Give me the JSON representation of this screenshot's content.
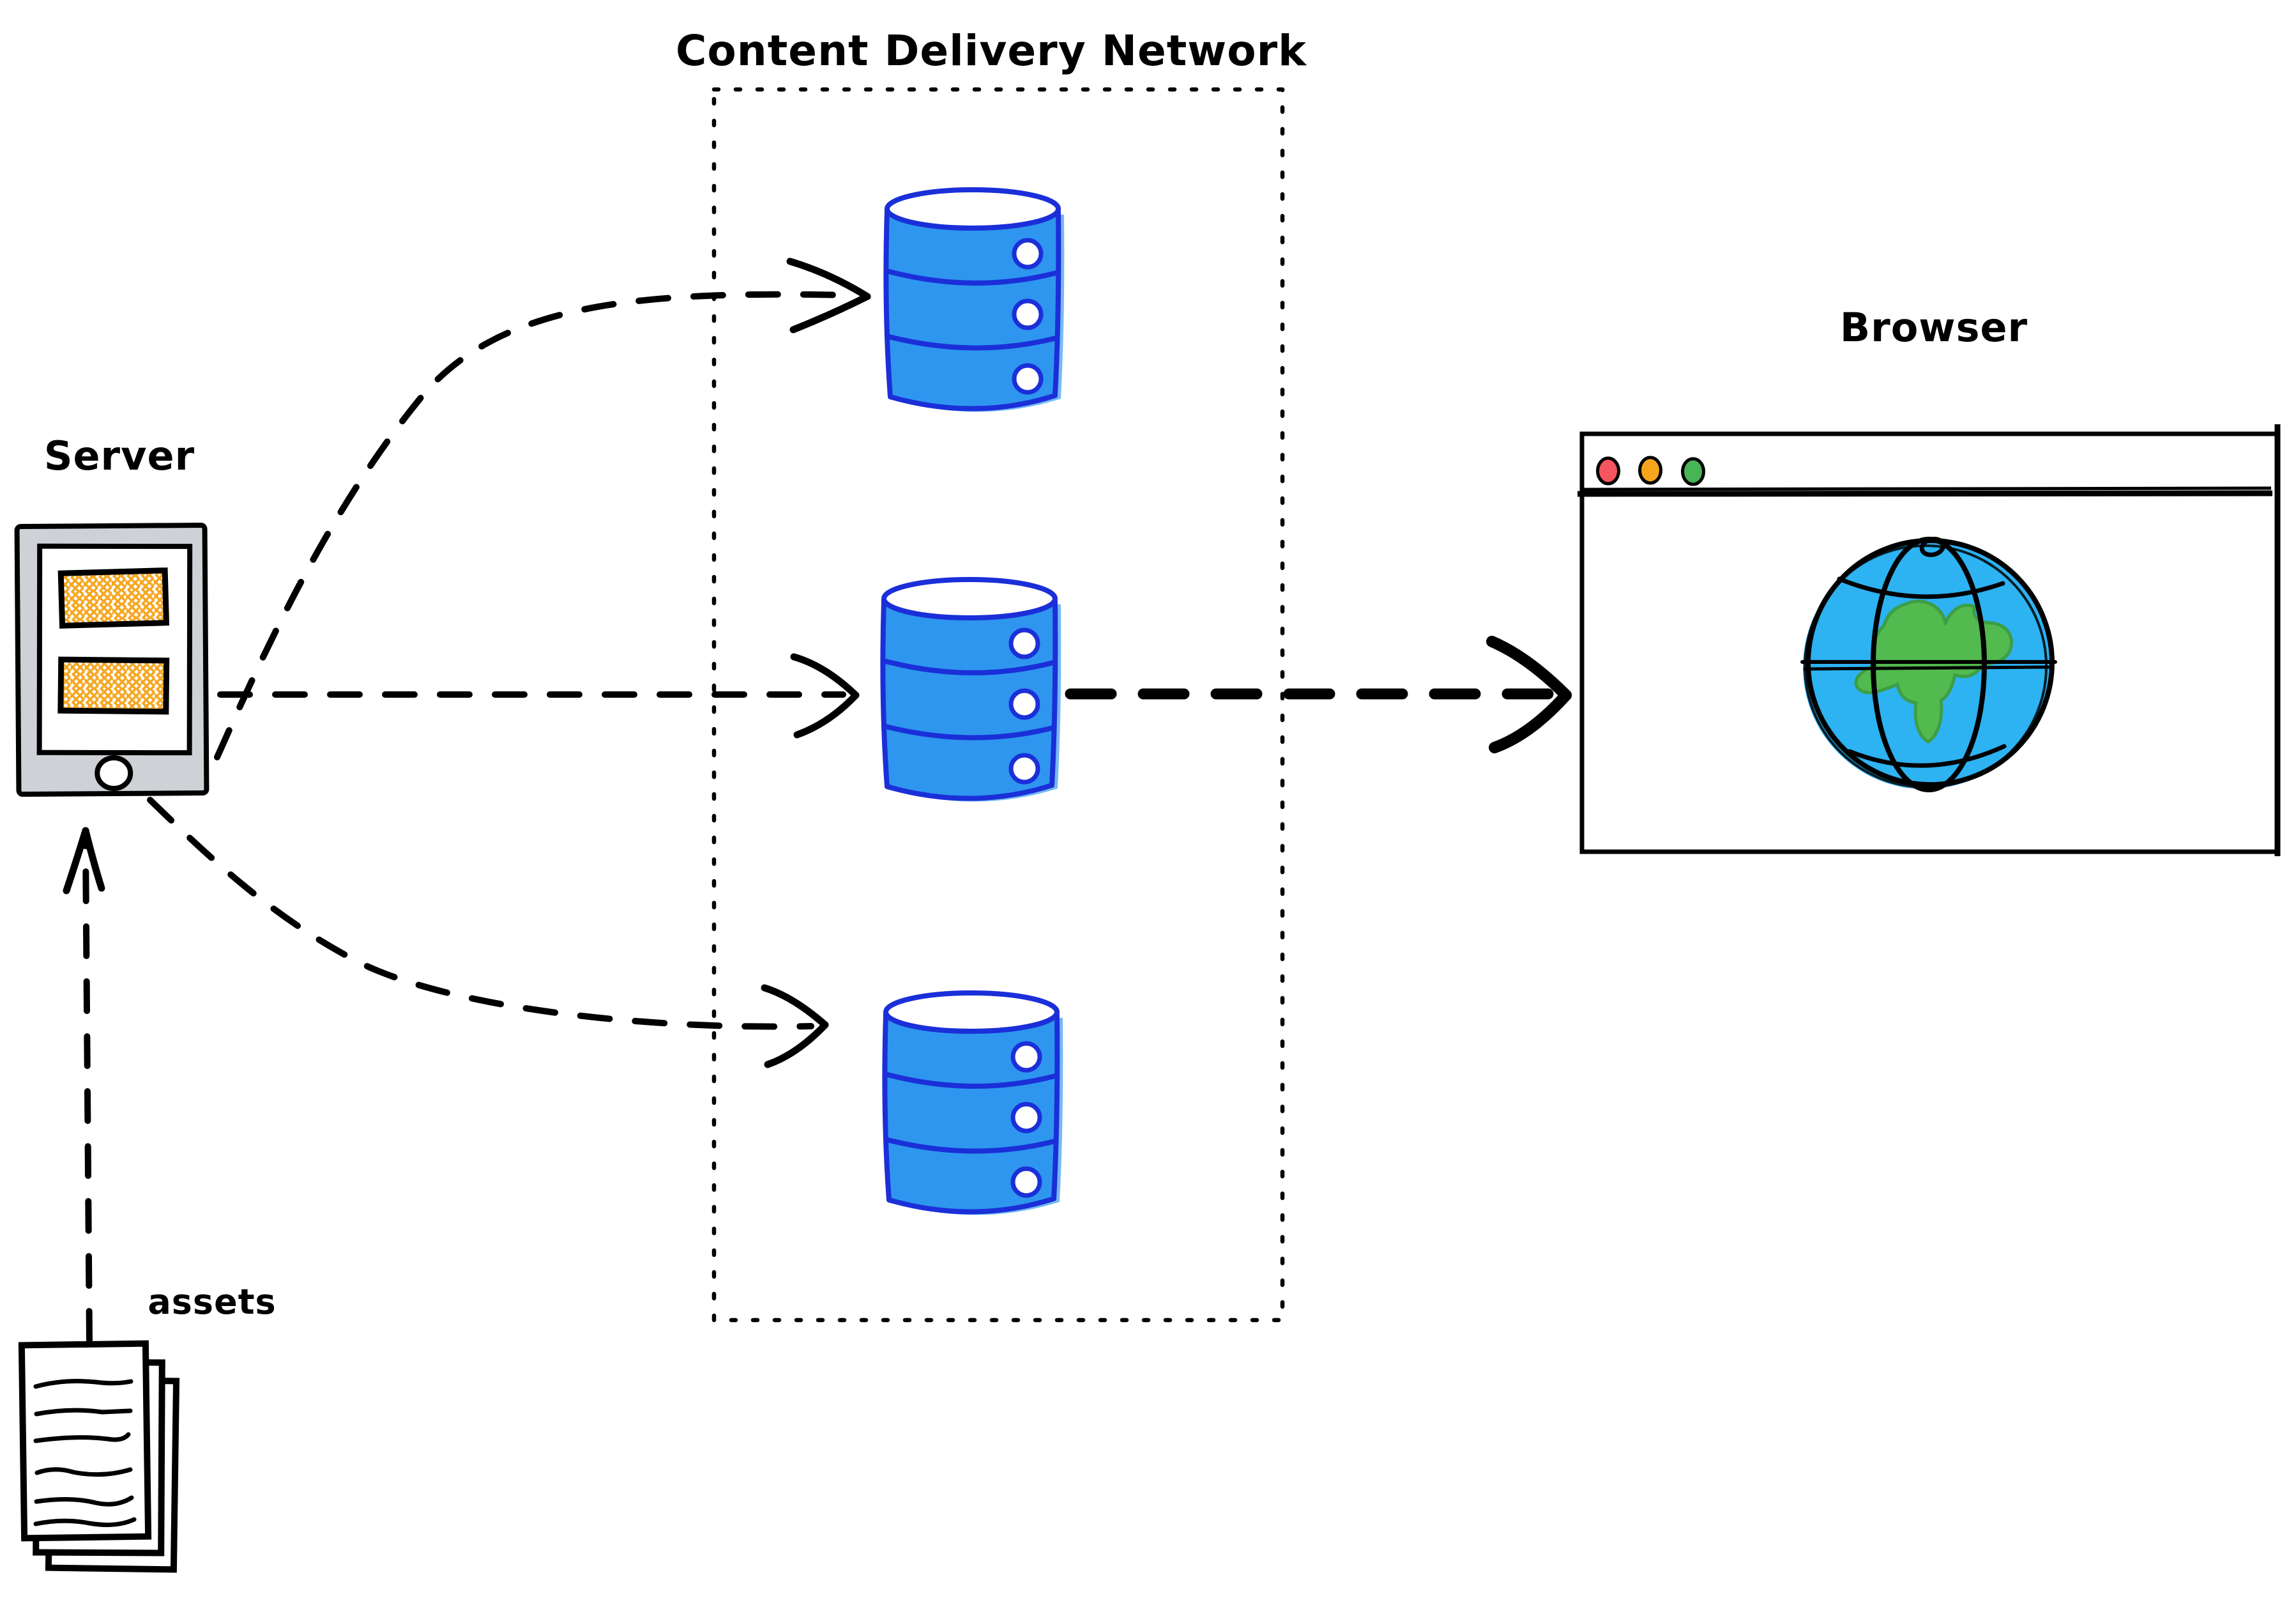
{
  "labels": {
    "server": "Server",
    "cdn": "Content Delivery Network",
    "browser": "Browser",
    "assets": "assets"
  },
  "colors": {
    "background": "#ffffff",
    "ink": "#000000",
    "server_body_gray": "#ced2d6",
    "asset_hatch_orange": "#f6a620",
    "db_fill_blue": "#2e96ee",
    "db_stroke_blue": "#1b2fd9",
    "db_highlight_blue": "#66b2f2",
    "globe_ocean_blue": "#2db2f2",
    "globe_land_green": "#52ba4e",
    "globe_land_stroke_green": "#3d9e45",
    "traffic_red": "#f4555e",
    "traffic_amber": "#f6a51b",
    "traffic_green": "#47b554"
  },
  "browser_window": {
    "controls": [
      {
        "name": "close",
        "color": "#f4555e"
      },
      {
        "name": "minimize",
        "color": "#f6a51b"
      },
      {
        "name": "zoom",
        "color": "#47b554"
      }
    ]
  },
  "diagram": {
    "nodes": [
      {
        "id": "assets",
        "label": "assets",
        "type": "document-stack"
      },
      {
        "id": "server",
        "label": "Server",
        "type": "server-device"
      },
      {
        "id": "cdn",
        "label": "Content Delivery Network",
        "type": "group"
      },
      {
        "id": "cdn-db-1",
        "type": "database",
        "parent": "cdn"
      },
      {
        "id": "cdn-db-2",
        "type": "database",
        "parent": "cdn"
      },
      {
        "id": "cdn-db-3",
        "type": "database",
        "parent": "cdn"
      },
      {
        "id": "browser",
        "label": "Browser",
        "type": "browser-window"
      }
    ],
    "edges": [
      {
        "from": "assets",
        "to": "server",
        "style": "dashed"
      },
      {
        "from": "server",
        "to": "cdn-db-1",
        "style": "dashed"
      },
      {
        "from": "server",
        "to": "cdn-db-2",
        "style": "dashed"
      },
      {
        "from": "server",
        "to": "cdn-db-3",
        "style": "dashed"
      },
      {
        "from": "cdn-db-2",
        "to": "browser",
        "style": "dashed-bold"
      }
    ]
  }
}
